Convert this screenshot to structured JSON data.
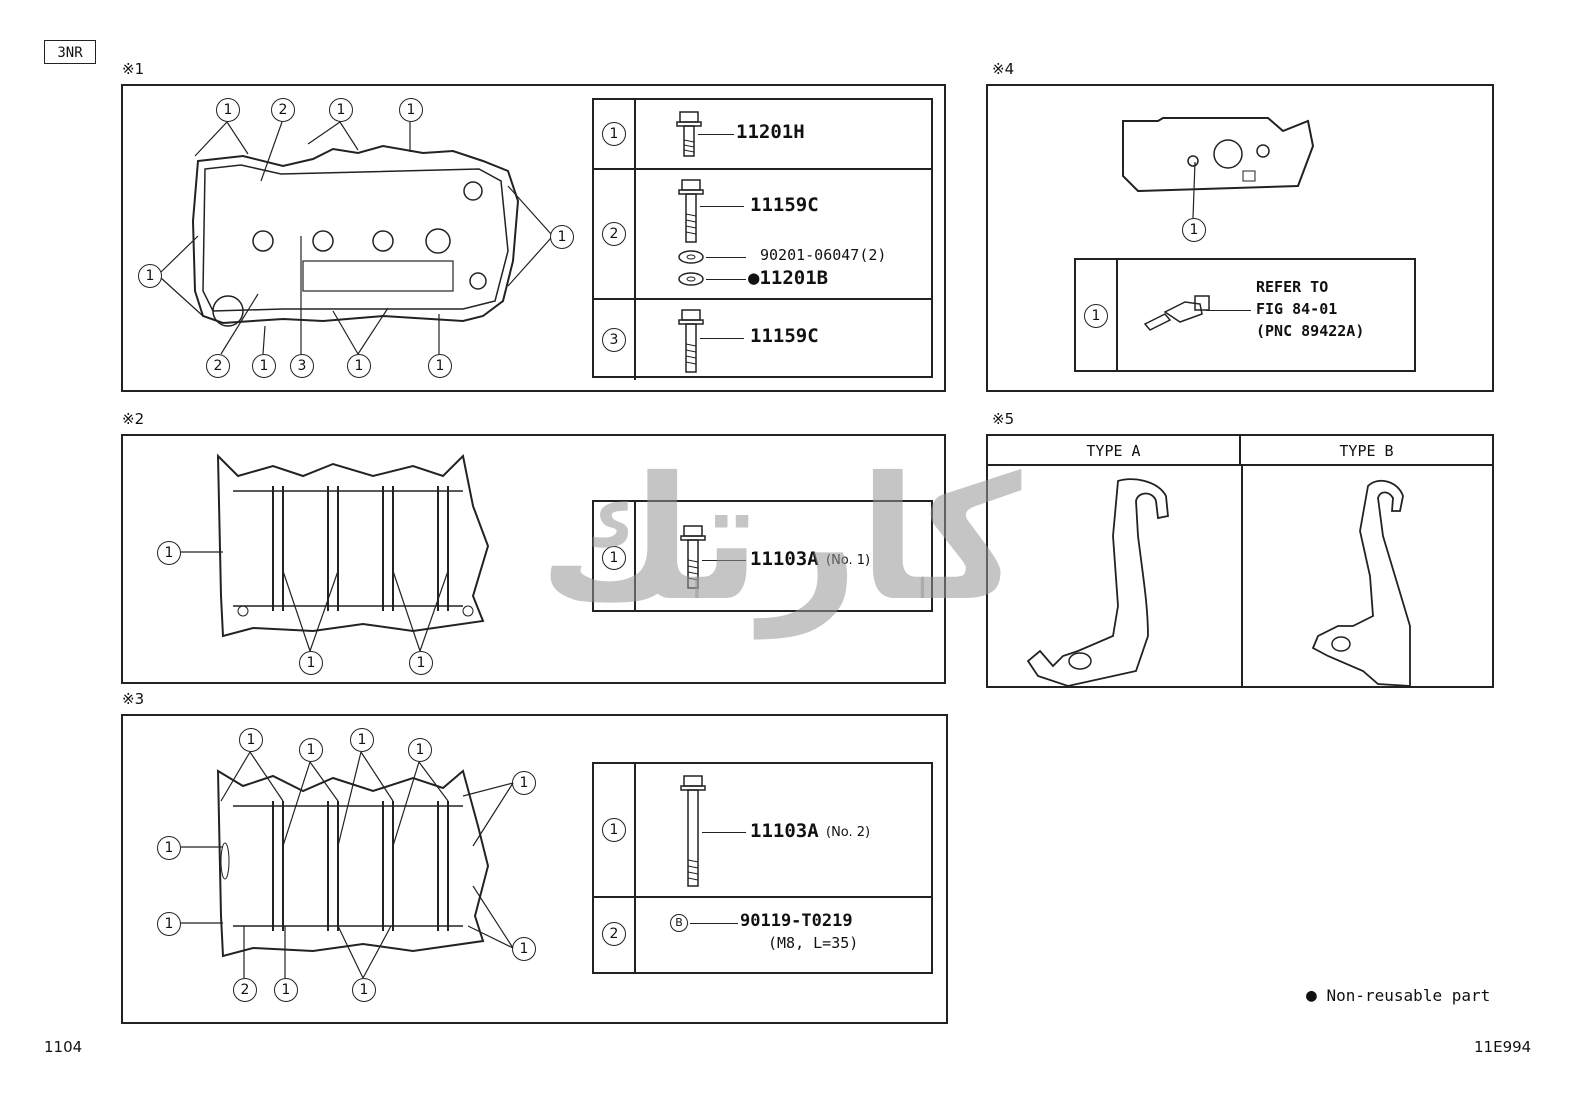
{
  "engine": "3NR",
  "sections": {
    "s1": {
      "label": "※1",
      "rows": [
        {
          "idx": "1",
          "parts": [
            "11201H"
          ]
        },
        {
          "idx": "2",
          "parts": [
            "11159C",
            "90201-06047(2)",
            "11201B"
          ]
        },
        {
          "idx": "3",
          "parts": [
            "11159C"
          ]
        }
      ],
      "callouts": [
        "1",
        "2",
        "1",
        "1",
        "1",
        "1",
        "2",
        "1",
        "3",
        "1",
        "1"
      ]
    },
    "s2": {
      "label": "※2",
      "rows": [
        {
          "idx": "1",
          "part": "11103A",
          "suffix": "(No. 1)"
        }
      ]
    },
    "s3": {
      "label": "※3",
      "rows": [
        {
          "idx": "1",
          "part": "11103A",
          "suffix": "(No. 2)"
        },
        {
          "idx": "2",
          "part": "90119-T0219",
          "spec": "(M8, L=35)",
          "marker": "B"
        }
      ]
    },
    "s4": {
      "label": "※4",
      "row": {
        "idx": "1",
        "lines": [
          "REFER TO",
          "FIG 84-01",
          "(PNC 89422A)"
        ]
      }
    },
    "s5": {
      "label": "※5",
      "types": [
        "TYPE A",
        "TYPE B"
      ]
    }
  },
  "legend": {
    "symbol": "●",
    "text": "Non-reusable part"
  },
  "footer": {
    "page": "1104",
    "code": "11E994"
  },
  "watermark": "كارتك"
}
